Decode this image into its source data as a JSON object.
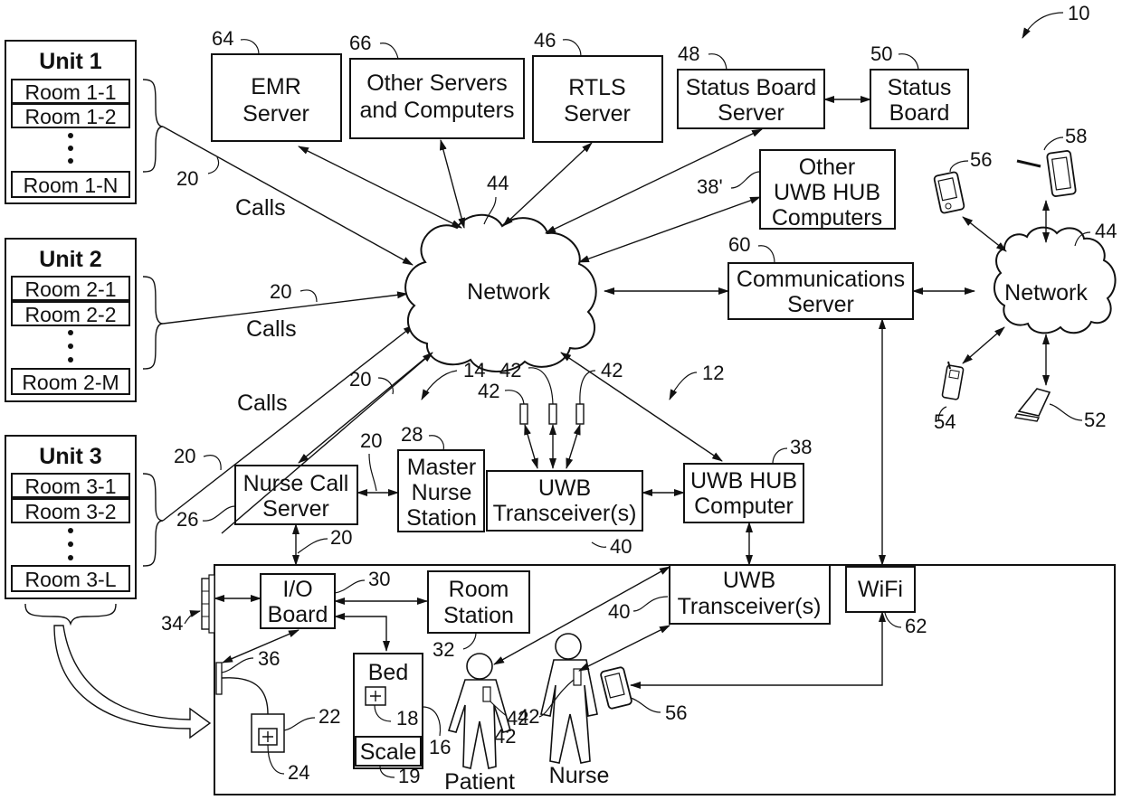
{
  "figure": {
    "ref": "10",
    "system_refs": {
      "a": "12",
      "b": "14"
    }
  },
  "units": [
    {
      "title": "Unit 1",
      "rooms": [
        "Room 1-1",
        "Room 1-2",
        "Room 1-N"
      ]
    },
    {
      "title": "Unit 2",
      "rooms": [
        "Room 2-1",
        "Room 2-2",
        "Room 2-M"
      ]
    },
    {
      "title": "Unit 3",
      "rooms": [
        "Room 3-1",
        "Room 3-2",
        "Room 3-L"
      ]
    }
  ],
  "edge_labels": {
    "calls": "Calls",
    "ref20": "20"
  },
  "servers": {
    "emr": {
      "line1": "EMR",
      "line2": "Server",
      "ref": "64"
    },
    "other": {
      "line1": "Other Servers",
      "line2": "and Computers",
      "ref": "66"
    },
    "rtls": {
      "line1": "RTLS",
      "line2": "Server",
      "ref": "46"
    },
    "status_server": {
      "line1": "Status Board",
      "line2": "Server",
      "ref": "48"
    },
    "status_board": {
      "line1": "Status",
      "line2": "Board",
      "ref": "50"
    },
    "other_hub": {
      "line1": "Other",
      "line2": "UWB HUB",
      "line3": "Computers",
      "ref": "38'"
    },
    "comm": {
      "line1": "Communications",
      "line2": "Server",
      "ref": "60"
    }
  },
  "networks": [
    {
      "label": "Network",
      "ref": "44"
    },
    {
      "label": "Network",
      "ref": "44"
    }
  ],
  "devices": {
    "pda": "56",
    "tablet": "58",
    "cell": "54",
    "flip": "52"
  },
  "nurse_call": {
    "line1": "Nurse Call",
    "line2": "Server",
    "ref": "26"
  },
  "master": {
    "line1": "Master",
    "line2": "Nurse",
    "line3": "Station",
    "ref": "28"
  },
  "uwb_top": {
    "line1": "UWB",
    "line2": "Transceiver(s)",
    "ref": "40"
  },
  "uwb_hub": {
    "line1": "UWB HUB",
    "line2": "Computer",
    "ref": "38"
  },
  "tags_ref": "42",
  "room": {
    "io": {
      "line1": "I/O",
      "line2": "Board",
      "ref": "30"
    },
    "station": {
      "line1": "Room",
      "line2": "Station",
      "ref": "32"
    },
    "uwb": {
      "line1": "UWB",
      "line2": "Transceiver(s)",
      "ref": "40"
    },
    "wifi": {
      "label": "WiFi",
      "ref": "62"
    },
    "bed": {
      "label": "Bed",
      "ref": "16",
      "button_ref": "18"
    },
    "scale": {
      "label": "Scale",
      "ref": "19"
    },
    "pendant": {
      "ref": "22",
      "button_ref": "24"
    },
    "panel_ref": "34",
    "jack_ref": "36",
    "patient": "Patient",
    "nurse": "Nurse",
    "nurse_device_ref": "56"
  }
}
